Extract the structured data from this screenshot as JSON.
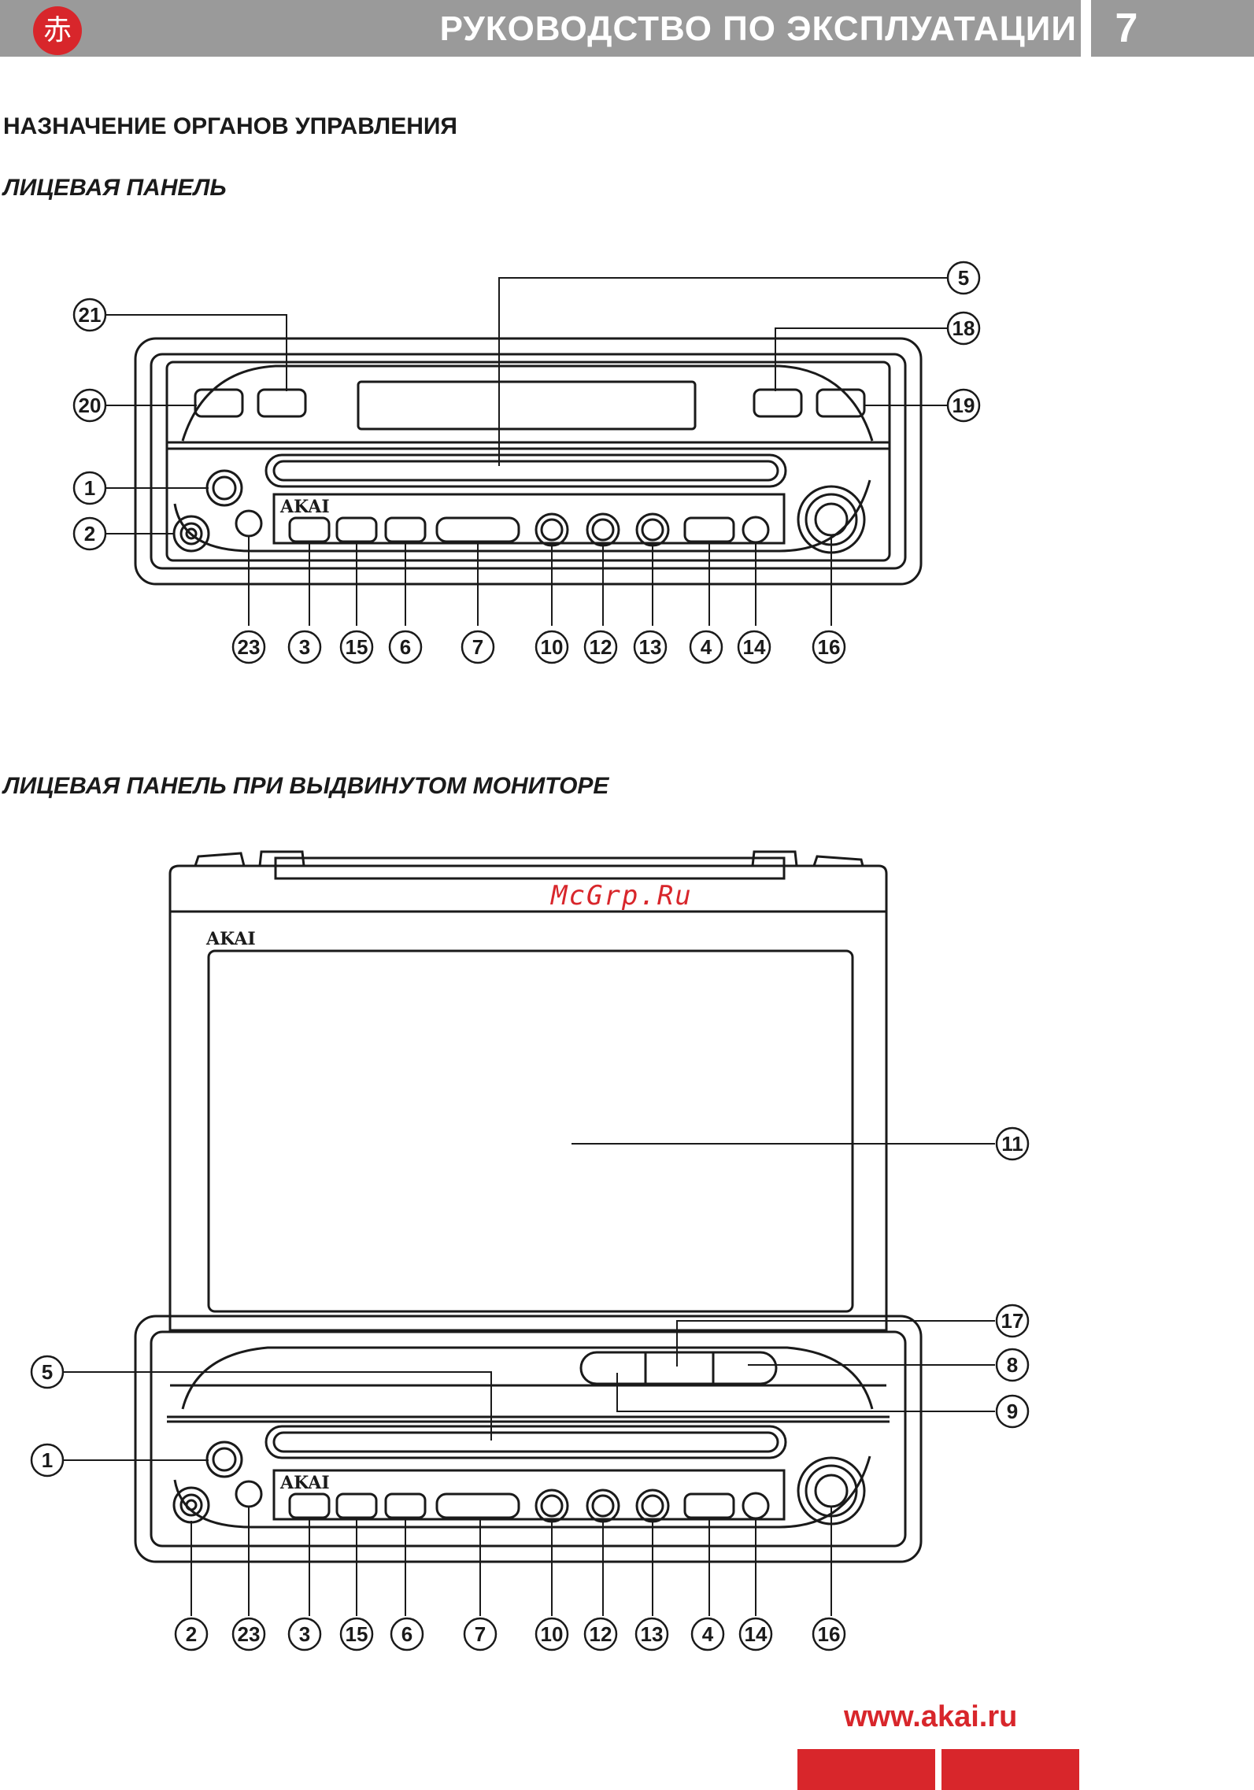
{
  "header": {
    "logo_glyph": "赤",
    "title": "РУКОВОДСТВО ПО ЭКСПЛУАТАЦИИ",
    "page_number": "7"
  },
  "content": {
    "section_title": "НАЗНАЧЕНИЕ ОРГАНОВ УПРАВЛЕНИЯ",
    "subtitle_front": "ЛИЦЕВАЯ ПАНЕЛЬ",
    "subtitle_monitor": "ЛИЦЕВАЯ ПАНЕЛЬ ПРИ ВЫДВИНУТОМ МОНИТОРЕ",
    "brand": "AKAI",
    "watermark": "McGrp.Ru"
  },
  "diagram1": {
    "top_callouts": {
      "c5": "5",
      "c21": "21",
      "c18": "18",
      "c20": "20",
      "c19": "19",
      "c1": "1",
      "c2": "2"
    },
    "bottom_callouts": [
      "23",
      "3",
      "15",
      "6",
      "7",
      "10",
      "12",
      "13",
      "4",
      "14",
      "16"
    ]
  },
  "diagram2": {
    "side_callouts": {
      "c11": "11",
      "c17": "17",
      "c8": "8",
      "c9": "9",
      "c5": "5",
      "c1": "1"
    },
    "bottom_callouts": [
      "2",
      "23",
      "3",
      "15",
      "6",
      "7",
      "10",
      "12",
      "13",
      "4",
      "14",
      "16"
    ]
  },
  "footer": {
    "url": "www.akai.ru",
    "accent": "#d8262b"
  }
}
